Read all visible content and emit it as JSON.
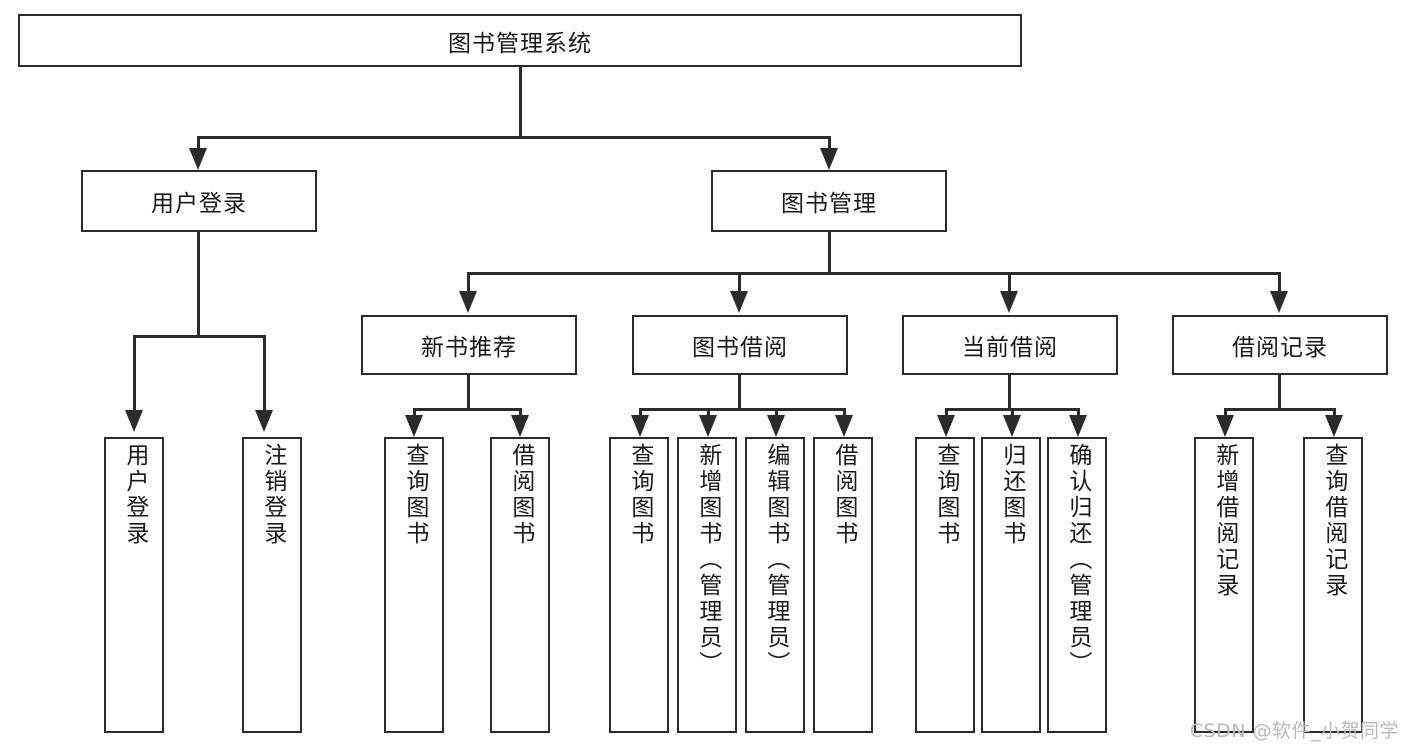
{
  "diagram": {
    "title": "图书管理系统",
    "type": "tree-hierarchy",
    "orientation": "top-down",
    "colors": {
      "stroke": "#2b2b2b",
      "fill": "#ffffff",
      "text": "#1a1a1a",
      "watermark": "#b9b9b9"
    },
    "root": {
      "label": "图书管理系统"
    },
    "level2": [
      {
        "label": "用户登录"
      },
      {
        "label": "图书管理"
      }
    ],
    "level3": [
      {
        "label": "新书推荐"
      },
      {
        "label": "图书借阅"
      },
      {
        "label": "当前借阅"
      },
      {
        "label": "借阅记录"
      }
    ],
    "leaves": {
      "user_login": [
        {
          "label": "用户登录"
        },
        {
          "label": "注销登录"
        }
      ],
      "new_book_recommend": [
        {
          "label": "查询图书"
        },
        {
          "label": "借阅图书"
        }
      ],
      "book_borrow": [
        {
          "label": "查询图书"
        },
        {
          "label": "新增图书（管理员）"
        },
        {
          "label": "编辑图书（管理员）"
        },
        {
          "label": "借阅图书"
        }
      ],
      "current_borrow": [
        {
          "label": "查询图书"
        },
        {
          "label": "归还图书"
        },
        {
          "label": "确认归还（管理员）"
        }
      ],
      "borrow_record": [
        {
          "label": "新增借阅记录"
        },
        {
          "label": "查询借阅记录"
        }
      ]
    }
  },
  "watermark": {
    "text": "CSDN @软件_小贺同学"
  }
}
